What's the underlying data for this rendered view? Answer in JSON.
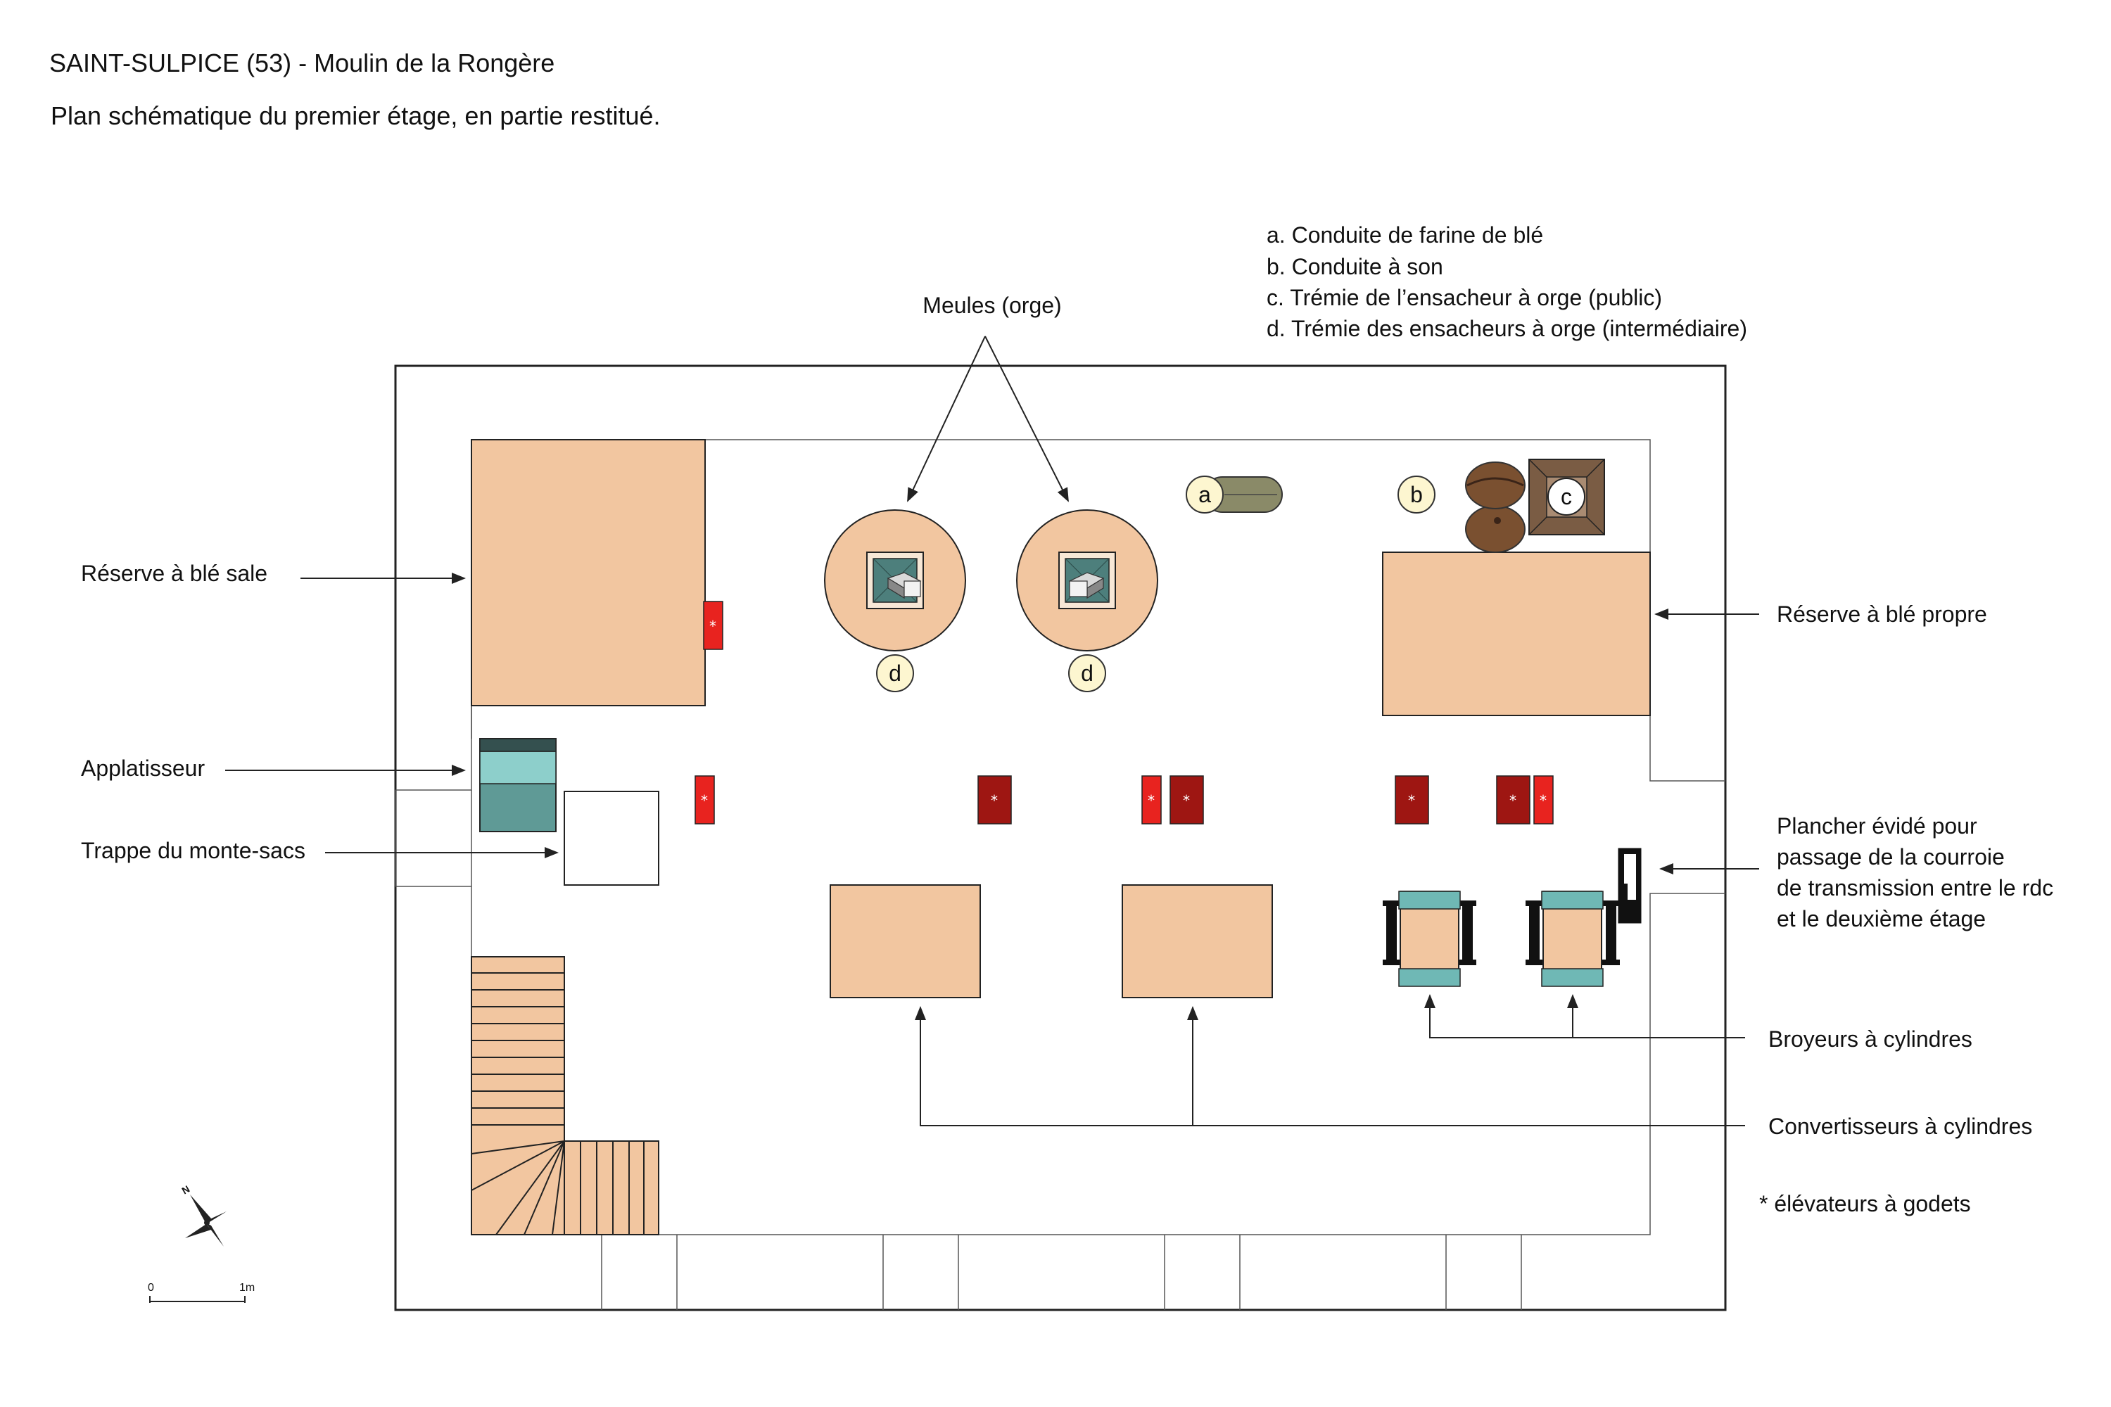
{
  "title": "SAINT-SULPICE (53) - Moulin de la Rongère",
  "subtitle": "Plan schématique du premier étage, en partie restitué.",
  "legend": [
    "a. Conduite de farine de blé",
    "b. Conduite à son",
    "c. Trémie de l’ensacheur à orge (public)",
    "d. Trémie des ensacheurs à orge (intermédiaire)"
  ],
  "labels": {
    "meules": "Meules (orge)",
    "reserve_sale": "Réserve à blé sale",
    "reserve_propre": "Réserve à blé propre",
    "applatisseur": "Applatisseur",
    "trappe": "Trappe du monte-sacs",
    "plancher": [
      "Plancher évidé pour",
      "passage de la courroie",
      "de transmission entre le rdc",
      "et le deuxième étage"
    ],
    "broyeurs": "Broyeurs à cylindres",
    "convertisseurs": "Convertisseurs à cylindres",
    "elevateurs": "* élévateurs à godets"
  },
  "markers": {
    "a": "a",
    "b": "b",
    "c": "c",
    "d": "d",
    "star": "*"
  },
  "compass": {
    "north": "N"
  },
  "scale": {
    "start": "0",
    "end": "1m"
  },
  "colors": {
    "wood": "#f2c6a0",
    "elevator_bright": "#e8231f",
    "elevator_dark": "#9e1612",
    "roller_teal": "#6fb8b5",
    "marker_fill": "#fdf6d0",
    "hopper_brown": "#7a5c44",
    "conduit_olive": "#8a8a68"
  }
}
